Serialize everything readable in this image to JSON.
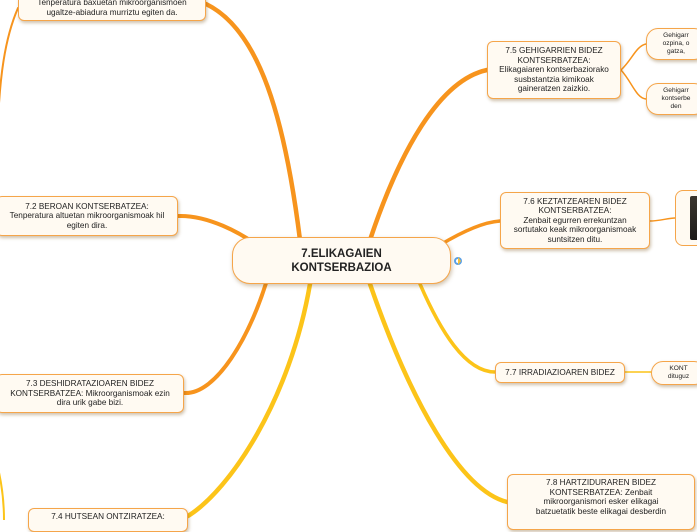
{
  "central": {
    "title": "7.ELIKAGAIEN\nKONTSERBAZIOA"
  },
  "branches": {
    "left_top": "Tenperatura baxuetan mikroorganismoen\nugaltze-abiadura murriztu egiten da.",
    "b72": "7.2 BEROAN KONTSERBATZEA:\nTenperatura altuetan mikroorganismoak hil\negiten dira.",
    "b73": "7.3 DESHIDRATAZIOAREN BIDEZ\nKONTSERBATZEA: Mikroorganismoak ezin\ndira urik gabe bizi.",
    "b74": "7.4 HUTSEAN ONTZIRATZEA:",
    "b75": "7.5 GEHIGARRIEN BIDEZ\nKONTSERBATZEA:\nElikagaiaren kontserbaziorako\nsusbstantzia kimikoak\ngaineratzen zaizkio.",
    "b76": "7.6 KEZTATZEAREN BIDEZ\nKONTSERBATZEA:\nZenbait egurren errekuntzan\nsortutako keak mikroorganismoak\nsuntsitzen ditu.",
    "b77": "7.7 IRRADIAZIOAREN BIDEZ",
    "b78": "7.8 HARTZIDURAREN BIDEZ\nKONTSERBATZEA: Zenbait\nmikroorganismori esker elikagai\nbatzuetatik beste elikagai desberdin"
  },
  "leaves": {
    "l75a": "Gehigarr\nozpina, o\ngatza,",
    "l75b": "Gehigarr\nkontserbe\nden",
    "l77": "KONT\ndituguz"
  },
  "icons": {
    "attachment": "attachment-icon",
    "image": "image-thumbnail"
  },
  "colors": {
    "branch_orange": "#f7941d",
    "branch_yellow": "#fcc419",
    "node_border": "#f5a54a"
  }
}
